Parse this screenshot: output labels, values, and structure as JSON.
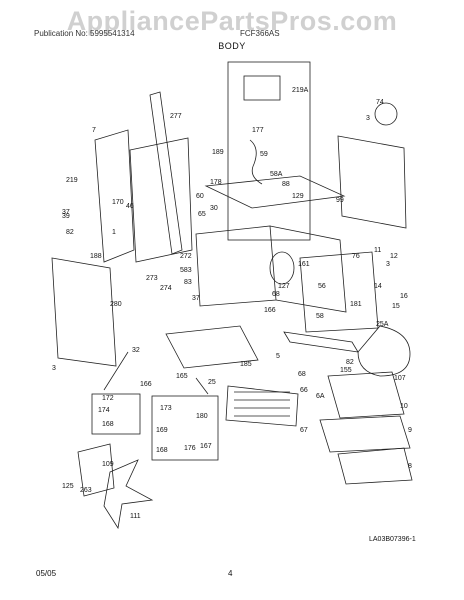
{
  "watermark": "AppliancePartsPros.com",
  "header": {
    "left": "Publication No: 5995541314",
    "right": "FCF366AS",
    "section": "BODY"
  },
  "footer": {
    "date": "05/05",
    "page": "4"
  },
  "document_id": "LA03B07396-1",
  "part_labels": [
    "7",
    "277",
    "3",
    "189",
    "74",
    "177",
    "219A",
    "59",
    "219",
    "58A",
    "88",
    "39",
    "37",
    "30",
    "46",
    "82",
    "188",
    "178",
    "60",
    "65",
    "170",
    "99",
    "129",
    "1",
    "272",
    "583",
    "161",
    "76",
    "11",
    "12",
    "3",
    "273",
    "280",
    "274",
    "83",
    "37",
    "127",
    "68",
    "56",
    "14",
    "16",
    "15",
    "58",
    "181",
    "3",
    "185",
    "166",
    "32",
    "165",
    "5",
    "25A",
    "82",
    "155",
    "107",
    "166",
    "25",
    "172",
    "174",
    "168",
    "173",
    "180",
    "169",
    "176",
    "167",
    "168",
    "68",
    "66",
    "6A",
    "10",
    "67",
    "9",
    "8",
    "109",
    "125",
    "263",
    "111"
  ]
}
